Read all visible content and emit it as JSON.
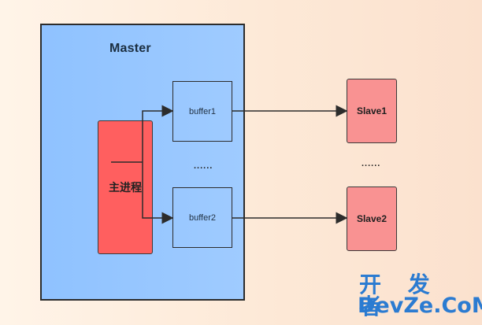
{
  "diagram": {
    "master_label": "Master",
    "main_process_label": "主进程",
    "buffers": [
      {
        "label": "buffer1"
      },
      {
        "label": "buffer2"
      }
    ],
    "buffer_ellipsis": "......",
    "slaves": [
      {
        "label": "Slave1"
      },
      {
        "label": "Slave2"
      }
    ],
    "slave_ellipsis": "......"
  },
  "watermark": {
    "chinese": "开 发 者",
    "english": "DevZe.CoM"
  },
  "colors": {
    "master_fill": "#9cc8ff",
    "main_process_fill": "#ff5f5f",
    "slave_fill": "#f99292",
    "watermark_blue": "#2b7bd1",
    "stroke": "#2c2c2c"
  }
}
